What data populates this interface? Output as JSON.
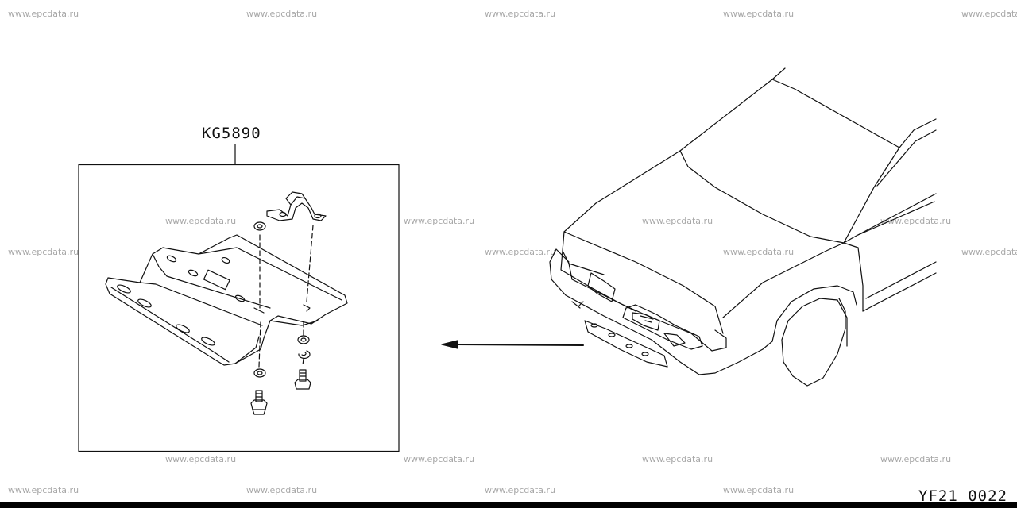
{
  "diagram": {
    "part_code": "KG5890",
    "figure_code": "YF21 0022"
  },
  "watermark": {
    "text": "www.epcdata.ru"
  }
}
